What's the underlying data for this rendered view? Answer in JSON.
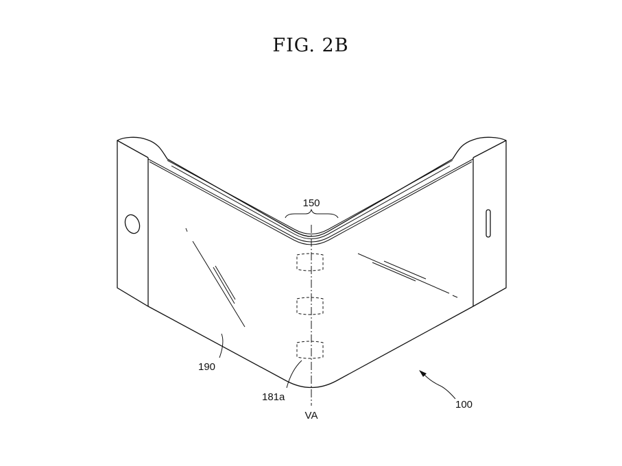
{
  "figure": {
    "title": "FIG. 2B",
    "labels": {
      "hinge": "150",
      "display": "190",
      "sensor": "181a",
      "axis": "VA",
      "device": "100"
    }
  }
}
